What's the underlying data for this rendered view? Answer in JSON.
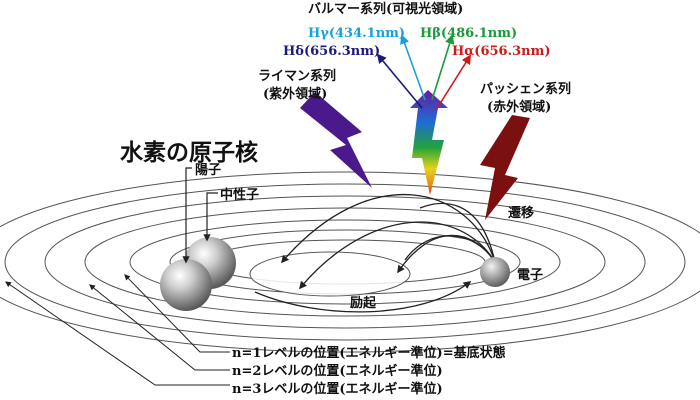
{
  "title": "水素の原子核",
  "nucleus_labels": {
    "proton": "陽子",
    "neutron": "中性子"
  },
  "series": {
    "lyman": {
      "name": "ライマン系列",
      "region": "(紫外領域)",
      "color": "#4a1a8c"
    },
    "balmer": {
      "name": "バルマー系列(可視光領域)"
    },
    "paschen": {
      "name": "パッシェン系列",
      "region": "(赤外領域)",
      "color": "#7a1010"
    }
  },
  "balmer_lines": [
    {
      "label": "Hγ(434.1nm)",
      "color": "#1aa0d8"
    },
    {
      "label": "Hβ(486.1nm)",
      "color": "#1a9a3a"
    },
    {
      "label": "Hδ(656.3nm)",
      "color": "#1a1a7a"
    },
    {
      "label": "Hα(656.3nm)",
      "color": "#cc1a1a"
    }
  ],
  "transition_label": "遷移",
  "excitation_label": "励起",
  "electron_label": "電子",
  "levels": [
    "n=1レベルの位置(エネルギー準位)=基底状態",
    "n=2レベルの位置(エネルギー準位)",
    "n=3レベルの位置(エネルギー準位)"
  ]
}
